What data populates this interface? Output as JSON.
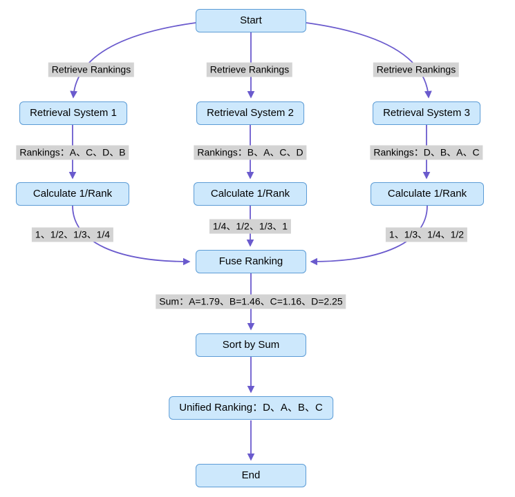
{
  "diagram": {
    "nodes": {
      "start": "Start",
      "rs1": "Retrieval System 1",
      "rs2": "Retrieval System 2",
      "rs3": "Retrieval System 3",
      "calc1": "Calculate 1/Rank",
      "calc2": "Calculate 1/Rank",
      "calc3": "Calculate 1/Rank",
      "fuse": "Fuse Ranking",
      "sort": "Sort by Sum",
      "unified": "Unified Ranking：D、A、B、C",
      "end": "End"
    },
    "edge_labels": {
      "retrieve1": "Retrieve Rankings",
      "retrieve2": "Retrieve Rankings",
      "retrieve3": "Retrieve Rankings",
      "rankings1": "Rankings：A、C、D、B",
      "rankings2": "Rankings：B、A、C、D",
      "rankings3": "Rankings：D、B、A、C",
      "ranks1": "1、1/2、1/3、1/4",
      "ranks2": "1/4、1/2、1/3、1",
      "ranks3": "1、1/3、1/4、1/2",
      "sum": "Sum：A=1.79、B=1.46、C=1.16、D=2.25"
    },
    "colors": {
      "node_fill": "#cde8fc",
      "node_border": "#5b9bd5",
      "label_bg": "#d3d3d3",
      "arrow": "#6a5acd"
    }
  }
}
